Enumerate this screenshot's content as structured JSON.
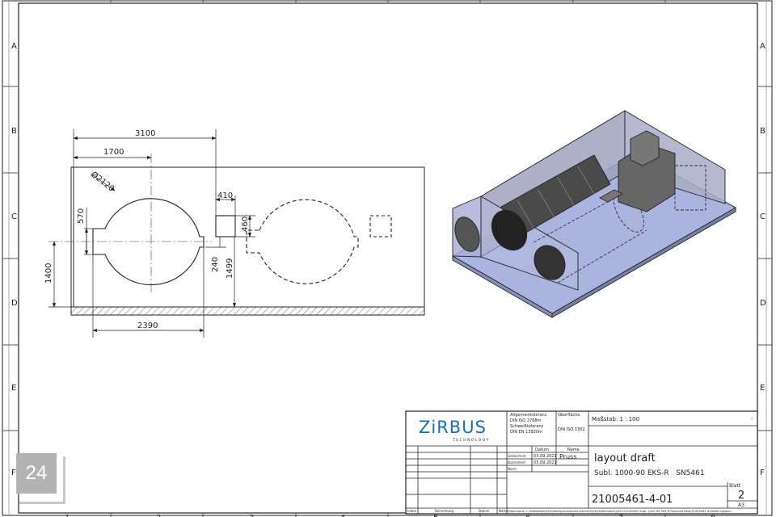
{
  "border": {
    "rows": [
      "A",
      "B",
      "C",
      "D",
      "E",
      "F"
    ],
    "columns": [
      "1",
      "2",
      "3",
      "4",
      "5",
      "6",
      "7",
      "8"
    ]
  },
  "plan_view": {
    "dimensions": {
      "width_total": "3100",
      "center_offset": "1700",
      "diameter": "Ø2120",
      "notch_height": "570",
      "box_width": "410",
      "box_height": "460",
      "box_offset": "240",
      "box_elevation": "1499",
      "center_height": "1400",
      "notch_span": "2390"
    }
  },
  "title_block": {
    "logo": {
      "name": "ZiRBUS",
      "tagline": "TECHNOLOGY",
      "color": "#1a6fb5"
    },
    "tolerance": [
      "Allgemeintoleranz",
      "DIN ISO 2768m",
      "Schweißtoleranz",
      "DIN EN 13920m"
    ],
    "surface_label": "Oberfläche",
    "surface_value": "DIN ISO 1302",
    "scale": "Maßstab: 1 : 100",
    "scale_suffix": "-",
    "date_header": "Datum",
    "name_header": "Name",
    "rows": [
      {
        "label": "Gezeichnet",
        "date": "03.09.2021",
        "name": "Pruss"
      },
      {
        "label": "Kontrolliert",
        "date": "03.09.2021",
        "name": ""
      },
      {
        "label": "Norm",
        "date": "",
        "name": ""
      }
    ],
    "title": "layout draft",
    "subtitle": "Subl. 1000-90 EKS-R   SN5461",
    "drawing_number": "21005461-4-01",
    "sheet_label": "Blatt",
    "sheet_number": "2",
    "format": "A3",
    "footer": {
      "index": "Index",
      "remark": "Bemerkung",
      "date": "Datum",
      "name": "Name",
      "filename": "Dateiname: C:\\Arbeitsbereich\\Workspace\\Konstruktion\\Dryfer\\Sublimator\\2021\\21005461 Subl. 1000-90 EKS-R Romania Best\\21005461 Aufstellungsplan"
    }
  },
  "page_badge": "24"
}
